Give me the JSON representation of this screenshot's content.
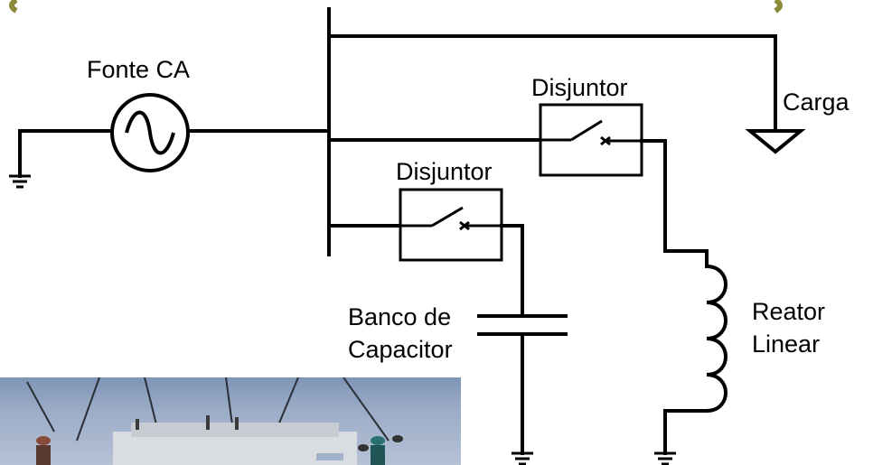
{
  "labels": {
    "source": "Fonte CA",
    "breaker_upper": "Disjuntor",
    "breaker_lower": "Disjuntor",
    "load": "Carga",
    "capacitor_line1": "Banco de",
    "capacitor_line2": "Capacitor",
    "reactor_line1": "Reator",
    "reactor_line2": "Linear"
  },
  "components": [
    "ac-source",
    "busbar",
    "circuit-breaker",
    "circuit-breaker",
    "load",
    "capacitor-bank",
    "linear-reactor",
    "ground",
    "ground",
    "ground"
  ],
  "colors": {
    "bracket_accent": "#8a8a3a",
    "line": "#000000"
  }
}
